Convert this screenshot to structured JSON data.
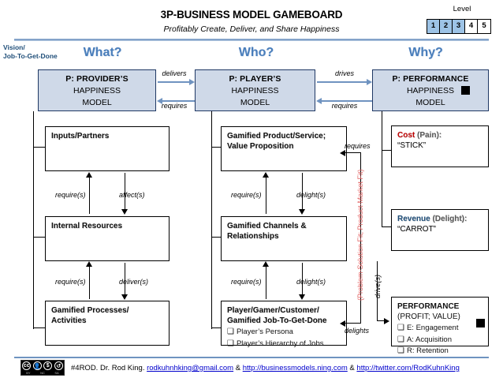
{
  "header": {
    "title": "3P-BUSINESS MODEL GAMEBOARD",
    "subtitle": "Profitably Create, Deliver, and Share Happiness",
    "level_label": "Level",
    "levels": [
      {
        "value": "1",
        "active": true
      },
      {
        "value": "2",
        "active": true
      },
      {
        "value": "3",
        "active": true
      },
      {
        "value": "4",
        "active": false
      },
      {
        "value": "5",
        "active": false
      }
    ],
    "accent_color": "#4a7ebb",
    "level_active_color": "#9dc3e6"
  },
  "vision": {
    "line1": "Vision/",
    "line2": "Job-To-Get-Done"
  },
  "columns": {
    "what": "What?",
    "who": "Who?",
    "why": "Why?"
  },
  "pillars": {
    "provider": {
      "l1": "P: PROVIDER’S",
      "l2": "HAPPINESS",
      "l3": "MODEL"
    },
    "player": {
      "l1": "P: PLAYER’S",
      "l2": "HAPPINESS",
      "l3": "MODEL"
    },
    "performance": {
      "l1": "P: PERFORMANCE",
      "l2": "HAPPINESS",
      "l3": "MODEL"
    }
  },
  "pillar_arrows": {
    "delivers": "delivers",
    "requires_left": "requires",
    "drives": "drives",
    "requires_right": "requires"
  },
  "left_column": {
    "box1": "Inputs/Partners",
    "box2": "Internal Resources",
    "box3_line1": "Gamified Processes/",
    "box3_line2": "Activities",
    "arrow_up_1": "require(s)",
    "arrow_down_1": "affect(s)",
    "arrow_up_2": "require(s)",
    "arrow_down_2": "deliver(s)"
  },
  "middle_column": {
    "box1_line1": "Gamified Product/Service;",
    "box1_line2": "Value Proposition",
    "box2_line1": "Gamified Channels &",
    "box2_line2": "Relationships",
    "box3_line1": "Player/Gamer/Customer/",
    "box3_line2": "Gamified Job-To-Get-Done",
    "box3_items": [
      "Player’s Persona",
      "Player’s Hierarchy of Jobs"
    ],
    "arrow_up_1": "require(s)",
    "arrow_down_1": "delight(s)",
    "arrow_up_2": "require(s)",
    "arrow_down_2": "delight(s)"
  },
  "right_column": {
    "cost_word": "Cost",
    "cost_paren": "(Pain):",
    "cost_quote": "“STICK”",
    "revenue_word": "Revenue",
    "revenue_paren": "(Delight):",
    "revenue_quote": "“CARROT”",
    "perf_line1": "PERFORMANCE",
    "perf_line2": "(PROFIT; VALUE)",
    "perf_items": [
      "E: Engagement",
      "A: Acquisition",
      "R: Retention"
    ],
    "cost_color": "#c00000",
    "revenue_color": "#1f4e79"
  },
  "fit_labels": {
    "vertical_red": "(Problem-Solution Fit; Product-Market Fit)",
    "vertical_black": "drive(s)",
    "requires": "requires",
    "delights": "delights"
  },
  "footer": {
    "cc_letters": "cc",
    "cc_icons": [
      "ⓘ",
      "ⓢ",
      "ⓐ"
    ],
    "cc_sub": [
      "BY",
      "NC",
      "SA"
    ],
    "credit_prefix": "#4ROD. Dr. Rod King. ",
    "email": "rodkuhnhking@gmail.com",
    "amp1": " & ",
    "link1": "http://businessmodels.ning.com",
    "amp2": " & ",
    "link2": "http://twitter.com/RodKuhnKing"
  }
}
